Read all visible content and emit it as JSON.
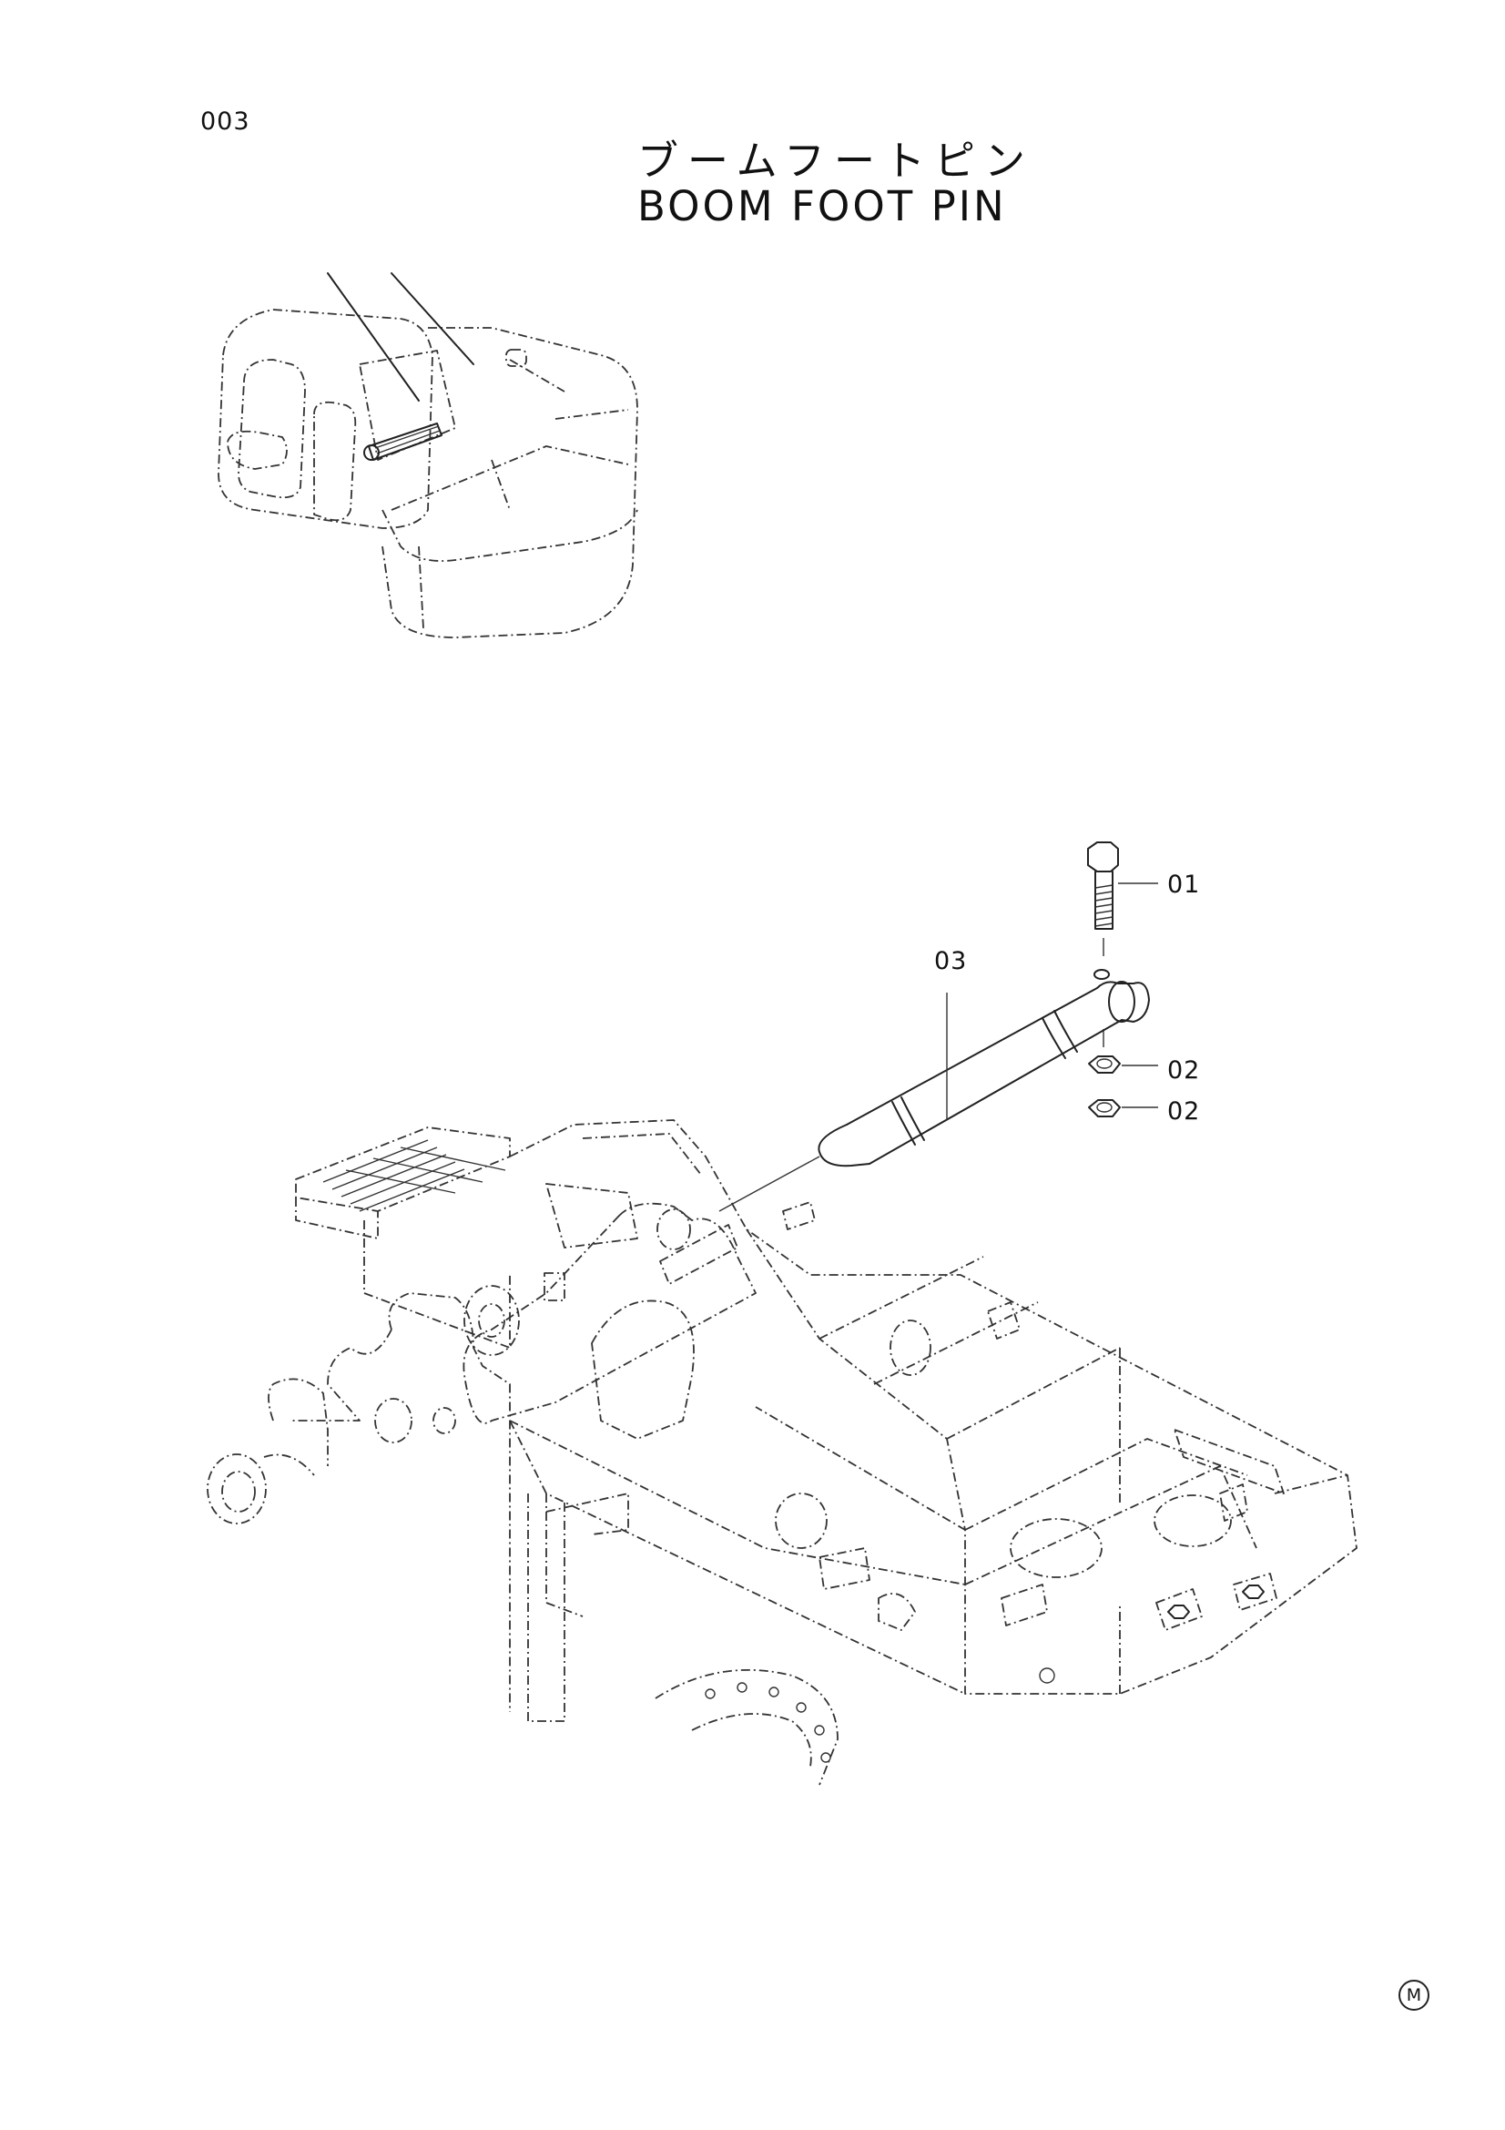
{
  "page": {
    "number": "003"
  },
  "title": {
    "japanese": "ブームフートピン",
    "english": "BOOM FOOT PIN"
  },
  "callouts": [
    {
      "id": "01",
      "label": "01"
    },
    {
      "id": "02a",
      "label": "02"
    },
    {
      "id": "02b",
      "label": "02"
    },
    {
      "id": "03",
      "label": "03"
    }
  ],
  "marks": {
    "corner": "M"
  },
  "icons": {
    "locator": "excavator-cab-icon",
    "assembly": "upper-frame-drawing-icon"
  }
}
